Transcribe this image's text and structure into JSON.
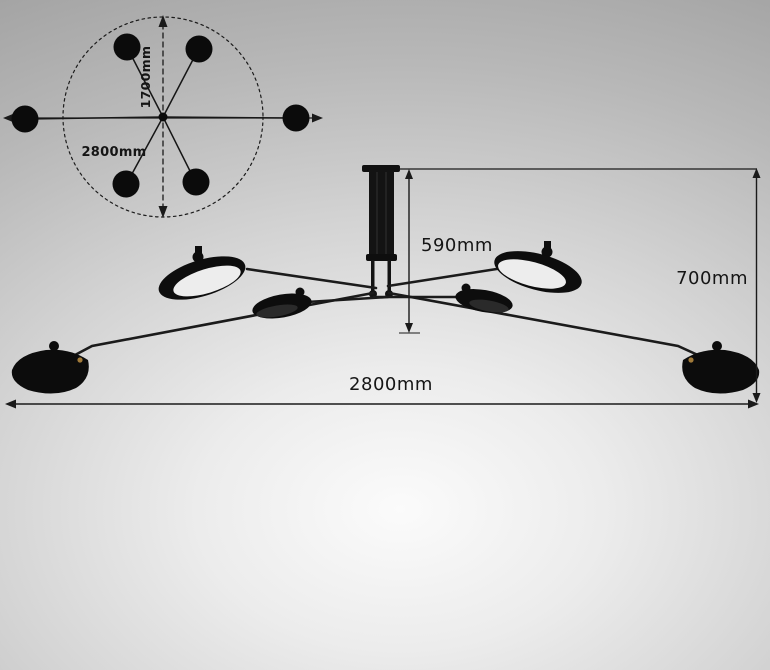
{
  "top_view": {
    "vertical_dimension": "1700mm",
    "horizontal_dimension": "2800mm"
  },
  "front_view": {
    "stem_dimension": "590mm",
    "height_dimension": "700mm",
    "width_dimension": "2800mm"
  },
  "colors": {
    "lamp_black": "#0d0d0d",
    "dimension_line": "#1a1a1a",
    "shade_interior": "#ededed",
    "hinge_brass": "#a27b3a",
    "background_light": "#f7f7f7",
    "background_dark": "#9d9d9d"
  }
}
